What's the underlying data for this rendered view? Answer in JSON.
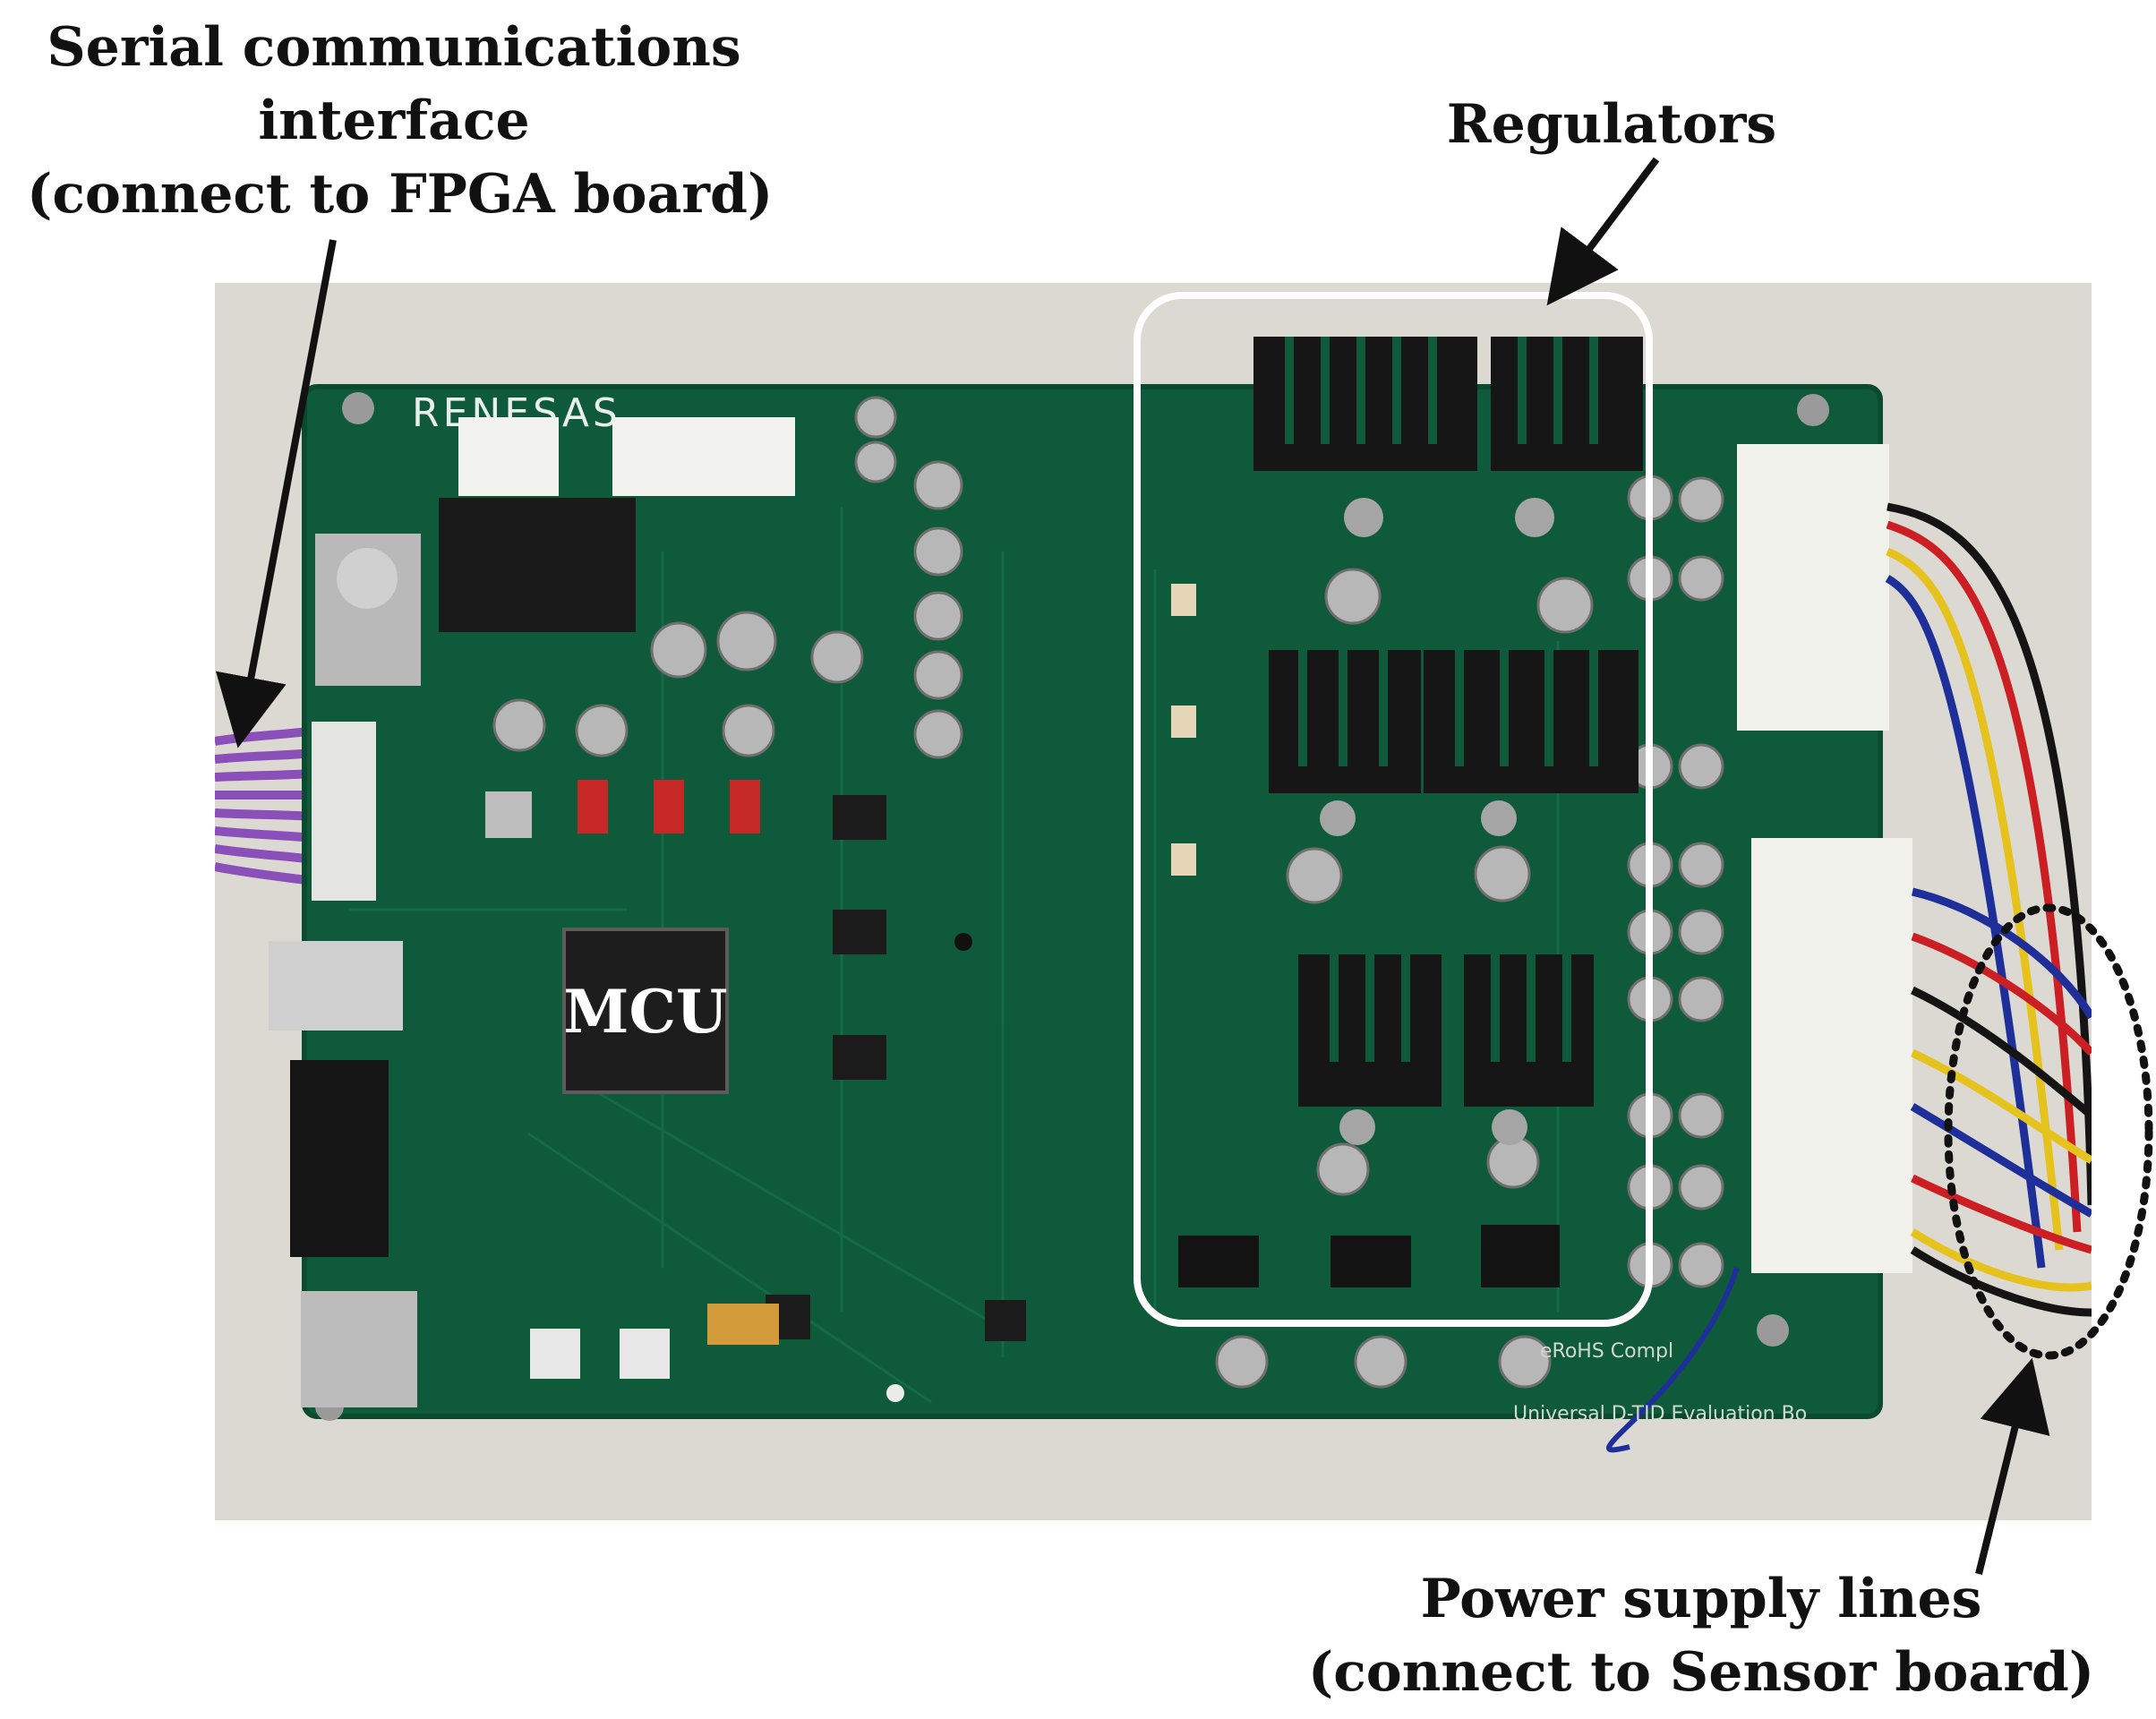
{
  "labels": {
    "serial": [
      "Serial communications",
      "interface",
      "(connect to FPGA board)"
    ],
    "regulators": "Regulators",
    "power": [
      "Power supply  lines",
      "(connect to Sensor board)"
    ]
  },
  "board": {
    "brand": "RENESAS",
    "chip_label": "MCU",
    "silk_line1": "eRoHS Compl",
    "silk_line2": "Universal D-TID Evaluation Bo"
  },
  "colors": {
    "pcb": "#0f5a3a",
    "background": "#dcd9d3",
    "highlight_box": "#ffffff",
    "wire_purple": "#8a4fb8",
    "wire_red": "#cc1f24",
    "wire_yellow": "#e5c21c",
    "wire_blue": "#1f2f9a",
    "wire_black": "#141414"
  }
}
